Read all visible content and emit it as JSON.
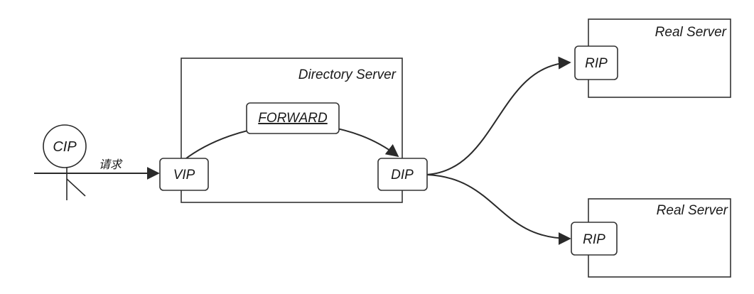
{
  "diagram": {
    "client": {
      "label": "CIP"
    },
    "request_label": "请求",
    "director": {
      "title": "Directory Server",
      "vip_label": "VIP",
      "dip_label": "DIP",
      "forward_label": "FORWARD"
    },
    "real_servers": [
      {
        "title": "Real Server",
        "rip_label": "RIP"
      },
      {
        "title": "Real Server",
        "rip_label": "RIP"
      }
    ],
    "colors": {
      "stroke": "#2a2a2a",
      "background": "#ffffff"
    }
  }
}
